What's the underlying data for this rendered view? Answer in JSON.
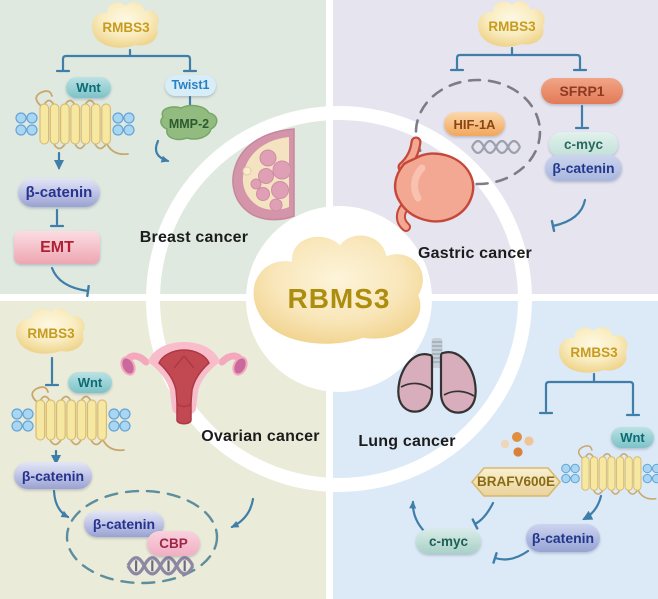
{
  "figure": {
    "center_label": "RBMS3",
    "description_domain": "RBMS3 signaling in four cancers"
  },
  "quadrants": {
    "breast": {
      "title": "Breast cancer",
      "nodes": {
        "rmbs3": "RMBS3",
        "wnt": "Wnt",
        "twist1": "Twist1",
        "mmp2": "MMP-2",
        "beta_catenin": "β-catenin",
        "emt": "EMT"
      }
    },
    "gastric": {
      "title": "Gastric cancer",
      "nodes": {
        "rmbs3": "RMBS3",
        "hif1a": "HIF-1A",
        "sfrp1": "SFRP1",
        "cmyc": "c-myc",
        "beta_catenin": "β-catenin"
      }
    },
    "ovarian": {
      "title": "Ovarian cancer",
      "nodes": {
        "rmbs3": "RMBS3",
        "wnt": "Wnt",
        "beta_catenin": "β-catenin",
        "beta_catenin_nuclear": "β-catenin",
        "cbp": "CBP"
      }
    },
    "lung": {
      "title": "Lung cancer",
      "nodes": {
        "rmbs3": "RMBS3",
        "wnt": "Wnt",
        "braf": "BRAFV600E",
        "cmyc": "c-myc",
        "beta_catenin": "β-catenin"
      }
    }
  },
  "palette": {
    "quadrant_breast_bg": "#dfe9e0",
    "quadrant_gastric_bg": "#e5e4ef",
    "quadrant_ovarian_bg": "#eaebd8",
    "quadrant_lung_bg": "#dce9f6",
    "arrow_blue": "#3f7ea9",
    "rbms3_center_gold": "#ad8d0d",
    "rmbs3_node_gold": "#c79b1e",
    "blob_cream": "#f9ecc0",
    "dashed_nucleus_gray": "#7d7d88",
    "dashed_nucleus_teal": "#5d8e9e"
  }
}
